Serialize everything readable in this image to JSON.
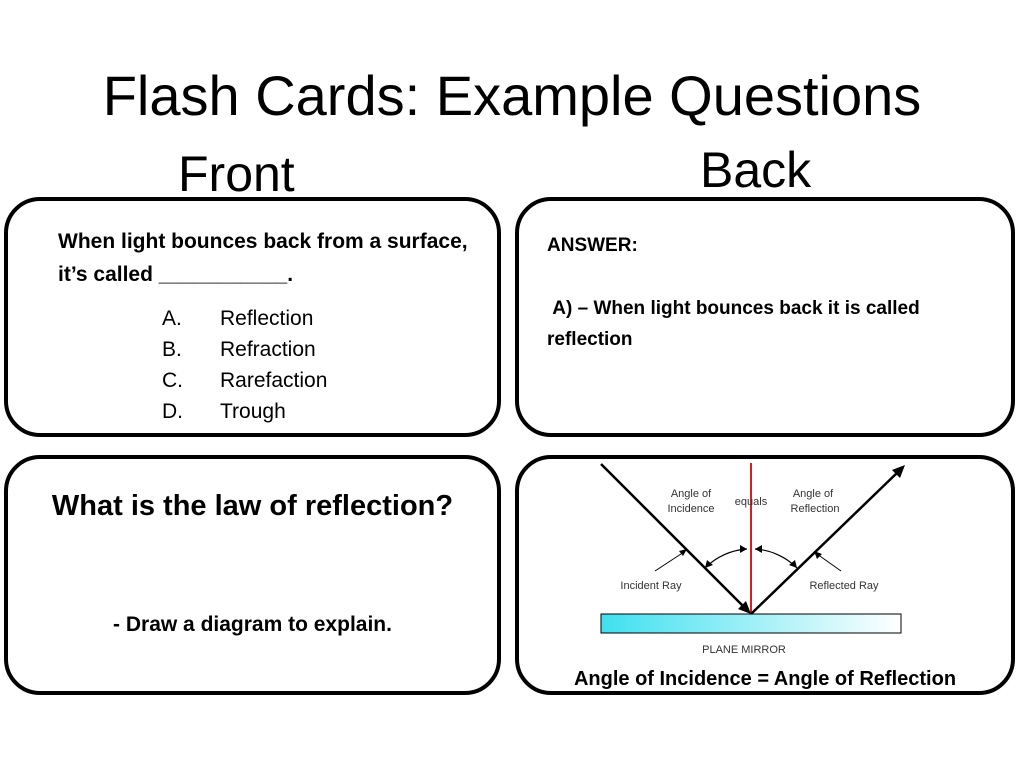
{
  "slide": {
    "title": "Flash Cards: Example Questions",
    "front_label": "Front",
    "back_label": "Back"
  },
  "card1": {
    "question": "When light bounces back from a surface, it’s called ___________.",
    "options": [
      {
        "letter": "A.",
        "text": "Reflection"
      },
      {
        "letter": "B.",
        "text": "Refraction"
      },
      {
        "letter": "C.",
        "text": "Rarefaction"
      },
      {
        "letter": "D.",
        "text": "Trough"
      }
    ]
  },
  "card2": {
    "heading": "ANSWER:",
    "answer": " A) – When light bounces back it is called reflection"
  },
  "card3": {
    "question": "What is the law of reflection?",
    "instruction": "- Draw a diagram to explain."
  },
  "card4": {
    "diagram": {
      "angle_incidence_line1": "Angle of",
      "angle_incidence_line2": "Incidence",
      "equals": "equals",
      "angle_reflection_line1": "Angle of",
      "angle_reflection_line2": "Reflection",
      "incident_ray": "Incident Ray",
      "reflected_ray": "Reflected Ray",
      "mirror": "PLANE MIRROR"
    },
    "caption": "Angle of Incidence = Angle of Reflection"
  },
  "colors": {
    "normal_line": "#d42020",
    "mirror_start": "#3fe0f0",
    "mirror_end": "#ffffff"
  }
}
